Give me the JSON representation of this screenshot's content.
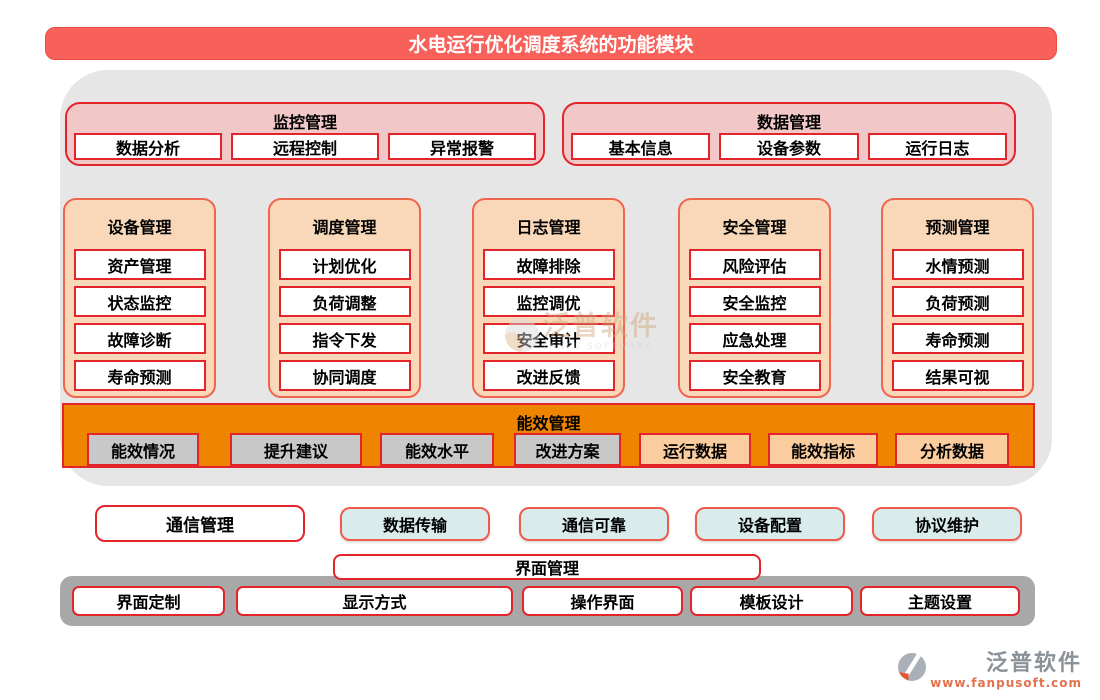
{
  "title": "水电运行优化调度系统的功能模块",
  "top_groups": [
    {
      "name": "监控管理",
      "items": [
        "数据分析",
        "远程控制",
        "异常报警"
      ]
    },
    {
      "name": "数据管理",
      "items": [
        "基本信息",
        "设备参数",
        "运行日志"
      ]
    }
  ],
  "columns": [
    {
      "name": "设备管理",
      "items": [
        "资产管理",
        "状态监控",
        "故障诊断",
        "寿命预测"
      ]
    },
    {
      "name": "调度管理",
      "items": [
        "计划优化",
        "负荷调整",
        "指令下发",
        "协同调度"
      ]
    },
    {
      "name": "日志管理",
      "items": [
        "故障排除",
        "监控调优",
        "安全审计",
        "改进反馈"
      ]
    },
    {
      "name": "安全管理",
      "items": [
        "风险评估",
        "安全监控",
        "应急处理",
        "安全教育"
      ]
    },
    {
      "name": "预测管理",
      "items": [
        "水情预测",
        "负荷预测",
        "寿命预测",
        "结果可视"
      ]
    }
  ],
  "energy_bar": {
    "name": "能效管理",
    "items": [
      {
        "label": "能效情况",
        "style": "gray"
      },
      {
        "label": "提升建议",
        "style": "gray"
      },
      {
        "label": "能效水平",
        "style": "gray"
      },
      {
        "label": "改进方案",
        "style": "gray"
      },
      {
        "label": "运行数据",
        "style": "peach"
      },
      {
        "label": "能效指标",
        "style": "peach"
      },
      {
        "label": "分析数据",
        "style": "peach"
      }
    ]
  },
  "comm_row": {
    "primary": "通信管理",
    "items": [
      "数据传输",
      "通信可靠",
      "设备配置",
      "协议维护"
    ]
  },
  "interface_group": {
    "name": "界面管理",
    "items": [
      "界面定制",
      "显示方式",
      "操作界面",
      "模板设计",
      "主题设置"
    ]
  },
  "watermark": {
    "text": "泛普软件",
    "subtext": "FANPU SOFTWARE"
  },
  "logo": {
    "text": "泛普软件",
    "url": "www.fanpusoft.com"
  },
  "colors": {
    "banner_red": "#f8605a",
    "border_red": "#e3242b",
    "panel_gray": "#e6e6e6",
    "group_pink": "#f2c7c7",
    "column_peach": "#f9d8ba",
    "column_border": "#ef654d",
    "energy_orange": "#ee8400",
    "energy_item_gray": "#c8c8c8",
    "energy_item_peach": "#fbcd9e",
    "comm_blue": "#d9eceb",
    "bottom_bar_gray": "#a8a8a8",
    "logo_orange": "#e4714d"
  }
}
